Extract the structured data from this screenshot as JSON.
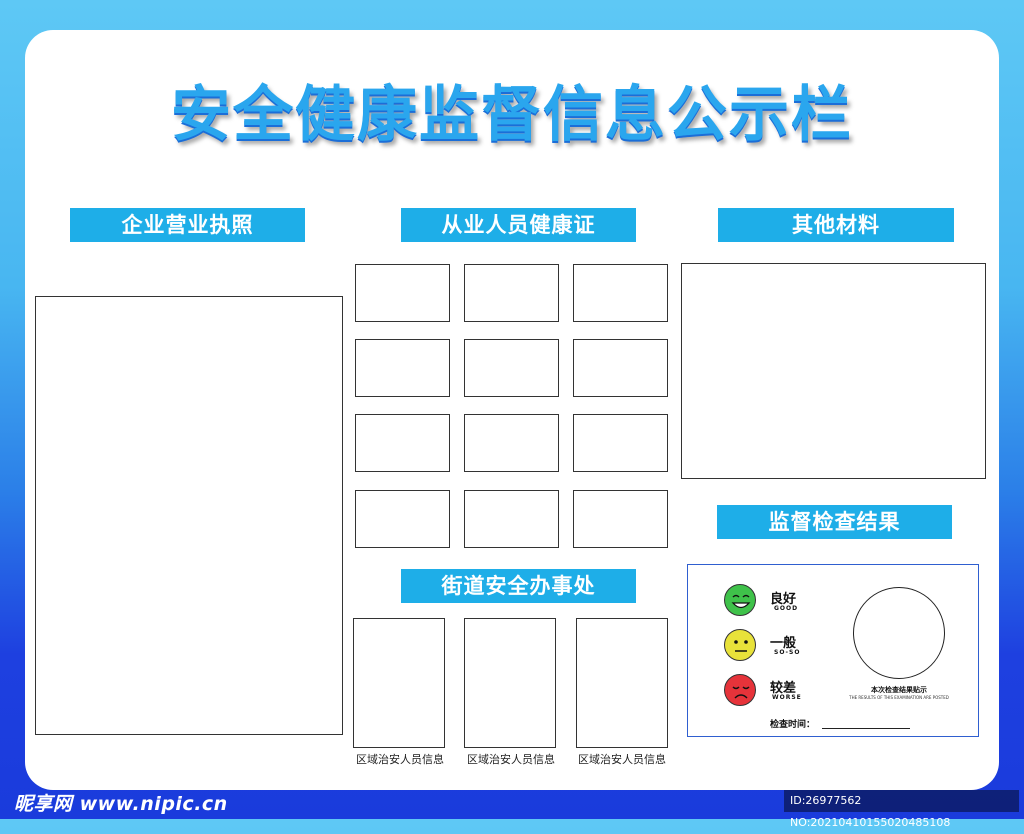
{
  "title": "安全健康监督信息公示栏",
  "sections": {
    "business_license": "企业营业执照",
    "health_certificates": "从业人员健康证",
    "other_materials": "其他材料",
    "inspection_results": "监督检查结果",
    "street_office": "街道安全办事处"
  },
  "street_captions": [
    "区域治安人员信息",
    "区域治安人员信息",
    "区域治安人员信息"
  ],
  "ratings": [
    {
      "label": "良好",
      "sub": "GOOD",
      "color": "#3fc24a"
    },
    {
      "label": "一般",
      "sub": "SO-SO",
      "color": "#e8e23a"
    },
    {
      "label": "较差",
      "sub": "WORSE",
      "color": "#e6333a"
    }
  ],
  "stamp_caption": "本次检查结果贴示",
  "stamp_subcaption": "THE RESULTS OF THIS EXAMINATION ARE POSTED",
  "inspection_time_label": "检查时间：",
  "watermark": {
    "left": "昵享网 www.nipic.cn",
    "right": "ID:26977562 NO:20210410155020485108"
  },
  "colors": {
    "label_bg": "#1eaee8",
    "title": "#2aa6ee",
    "bg_top": "#5ec8f5",
    "bg_bottom": "#1a3bdc"
  }
}
